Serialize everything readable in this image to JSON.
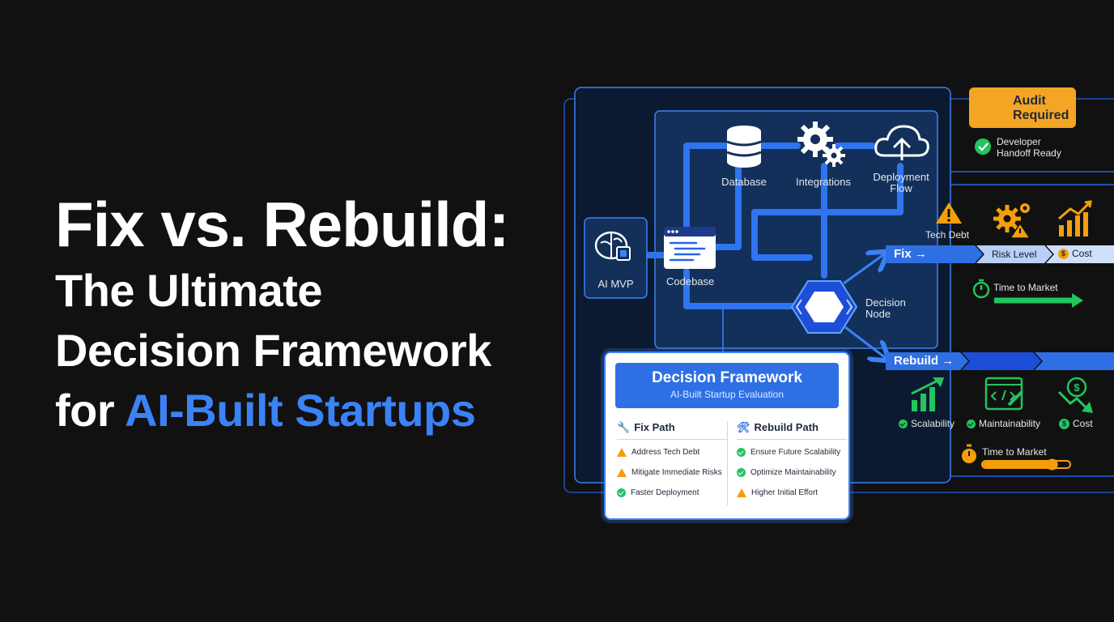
{
  "headline": {
    "line1": "Fix vs. Rebuild:",
    "line2": "The Ultimate",
    "line3": "Decision Framework",
    "line4_prefix": "for",
    "line4_accent": "AI-Built Startups"
  },
  "diagram": {
    "ai_mvp": "AI MVP",
    "codebase": "Codebase",
    "database": "Database",
    "integrations": "Integrations",
    "deployment_line1": "Deployment",
    "deployment_line2": "Flow",
    "decision_line1": "Decision",
    "decision_line2": "Node",
    "fix_label": "Fix →",
    "rebuild_label": "Rebuild →"
  },
  "audit": {
    "line1": "Audit",
    "line2": "Required",
    "handoff_line1": "Developer",
    "handoff_line2": "Handoff Ready"
  },
  "fix_metrics": {
    "tech_debt": "Tech Debt",
    "risk_level": "Risk Level",
    "coin_symbol": "$",
    "cost": "Cost",
    "time_to_market": "Time to Market"
  },
  "rebuild_metrics": {
    "scalability": "Scalability",
    "maintainability": "Maintainability",
    "coin_symbol": "$",
    "cost": "Cost",
    "time_to_market": "Time to Market",
    "time_slider_level": 0.8
  },
  "card": {
    "title": "Decision Framework",
    "subtitle": "AI-Built Startup Evaluation",
    "fix_header": "Fix Path",
    "rebuild_header": "Rebuild Path",
    "fix_items": [
      {
        "text": "Address Tech Debt",
        "status": "warning"
      },
      {
        "text": "Mitigate Immediate Risks",
        "status": "warning"
      },
      {
        "text": "Faster Deployment",
        "status": "check"
      }
    ],
    "rebuild_items": [
      {
        "text": "Ensure Future Scalability",
        "status": "check"
      },
      {
        "text": "Optimize Maintainability",
        "status": "check"
      },
      {
        "text": "Higher Initial Effort",
        "status": "warning"
      }
    ]
  },
  "colors": {
    "background": "#111111",
    "accent_blue": "#3b82f6",
    "panel": "#0f2340",
    "audit_orange": "#f5a524",
    "success_green": "#22c55e",
    "warning_orange": "#f59e0b"
  }
}
